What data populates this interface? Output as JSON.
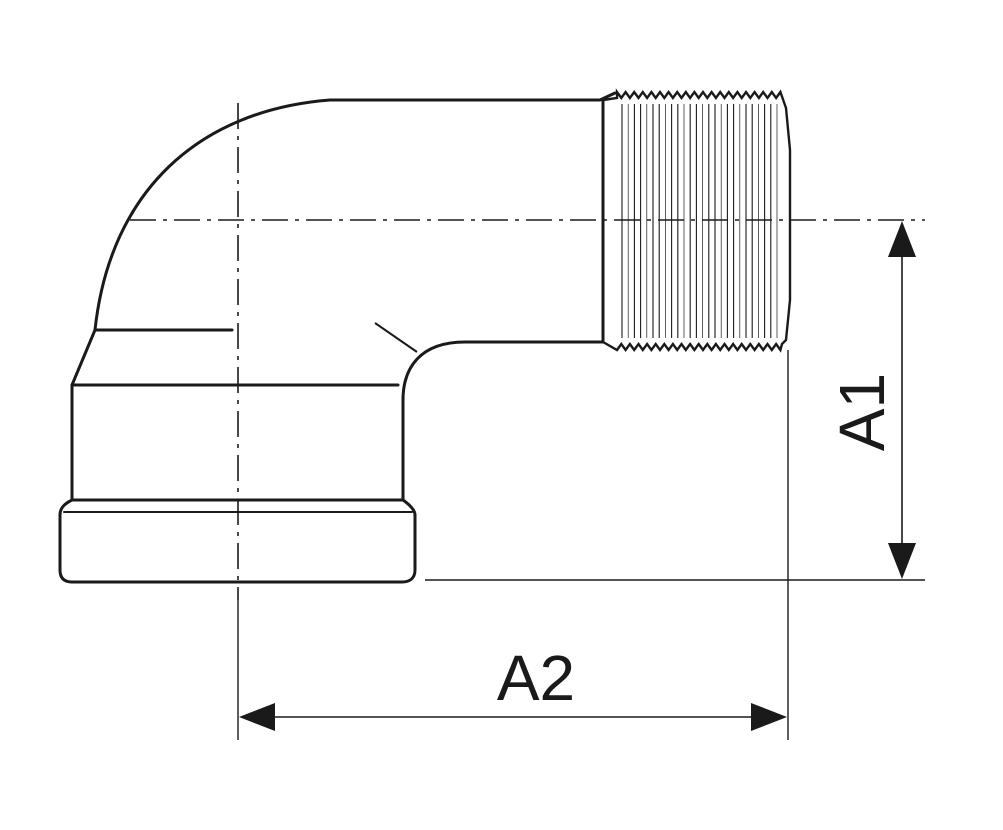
{
  "drawing": {
    "subject": "street-elbow-fitting",
    "line_color": "#1a1a1a",
    "background": "#ffffff"
  },
  "dimensions": {
    "a1": {
      "label": "A1"
    },
    "a2": {
      "label": "A2"
    }
  }
}
